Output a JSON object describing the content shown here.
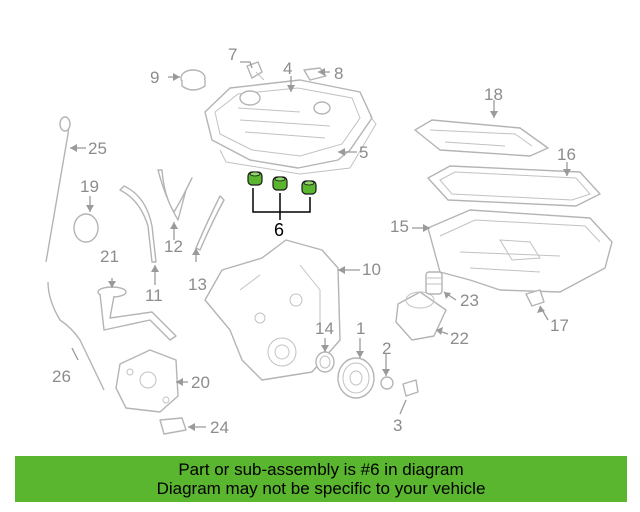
{
  "diagram": {
    "labels": {
      "p1": "1",
      "p2": "2",
      "p3": "3",
      "p4": "4",
      "p5": "5",
      "p6": "6",
      "p7": "7",
      "p8": "8",
      "p9": "9",
      "p10": "10",
      "p11": "11",
      "p12": "12",
      "p13": "13",
      "p14": "14",
      "p15": "15",
      "p16": "16",
      "p17": "17",
      "p18": "18",
      "p19": "19",
      "p20": "20",
      "p21": "21",
      "p22": "22",
      "p23": "23",
      "p24": "24",
      "p25": "25",
      "p26": "26"
    },
    "highlight_color": "#5ab52f",
    "part_line_color": "#b4b4b4",
    "label_color": "#8c8c8c"
  },
  "banner": {
    "line1": "Part or sub-assembly is #6 in diagram",
    "line2": "Diagram may not be specific to your vehicle",
    "background": "#5ab52f"
  }
}
